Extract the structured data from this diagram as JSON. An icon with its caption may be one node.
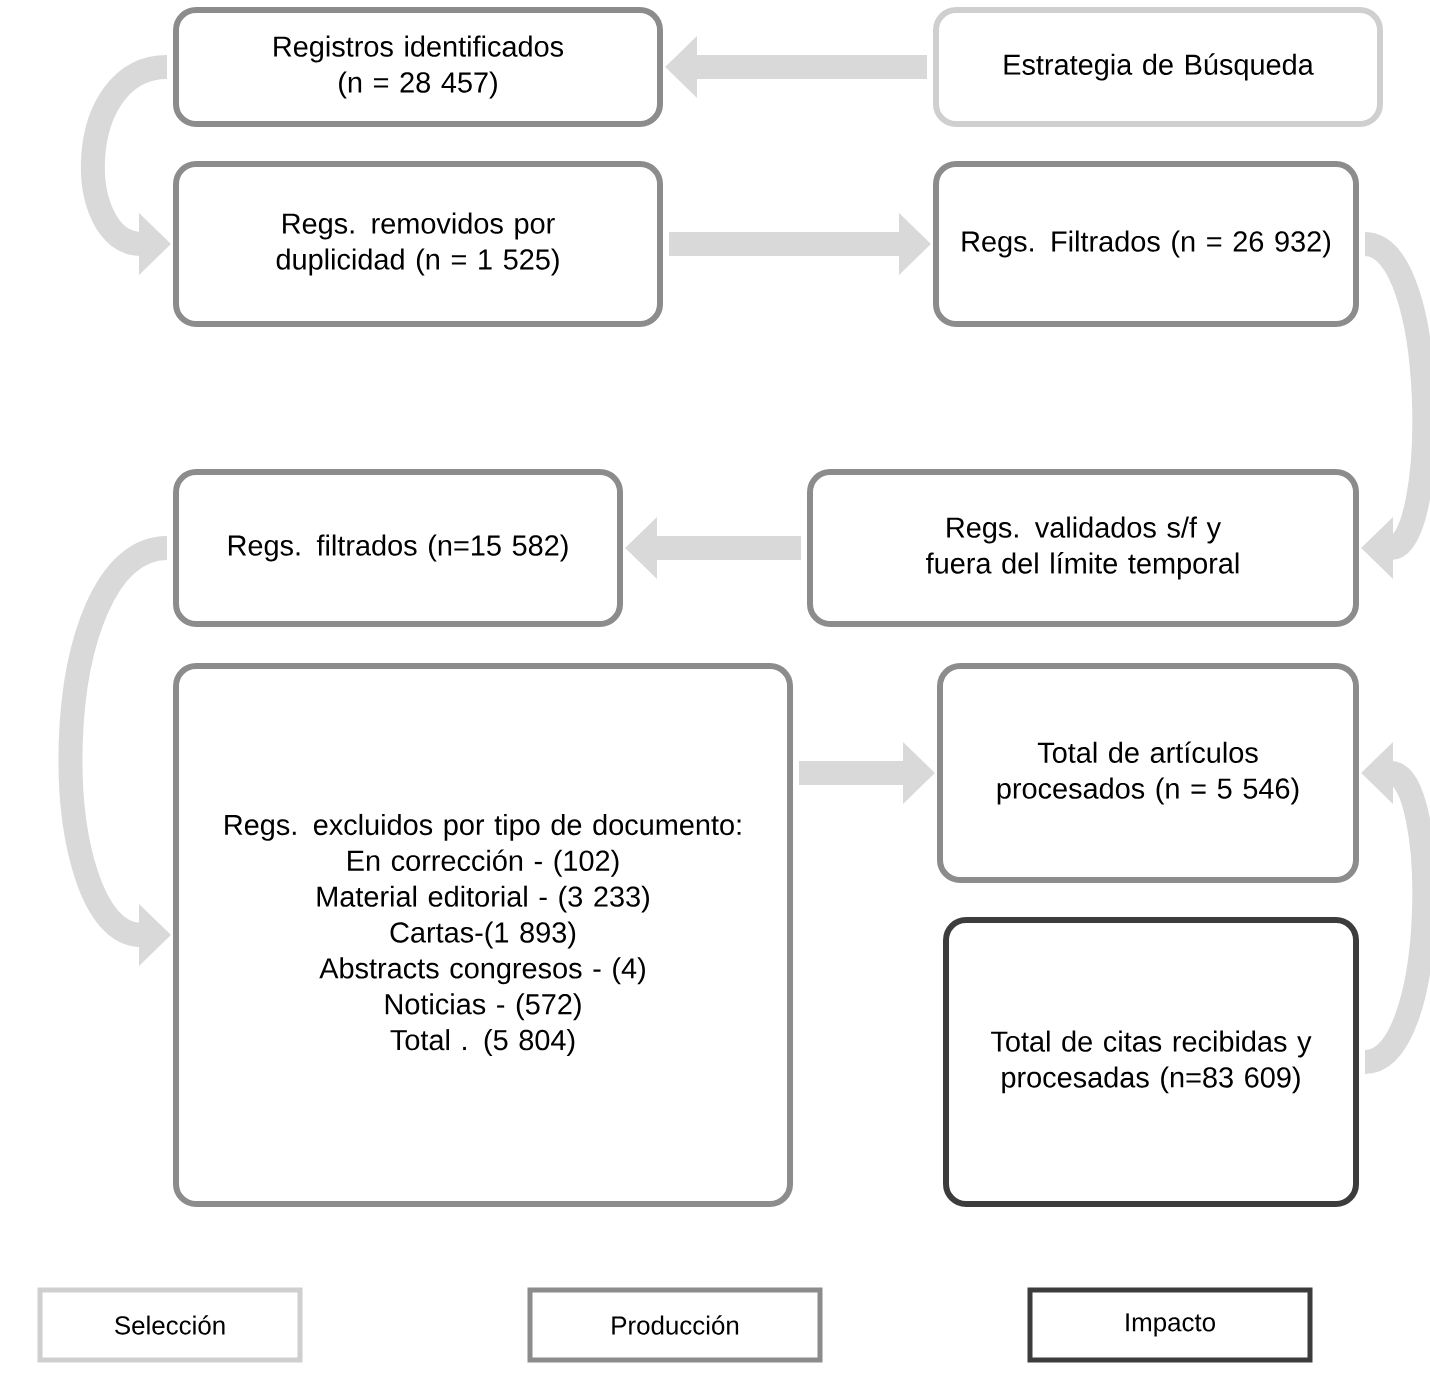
{
  "diagram": {
    "nodes": [
      {
        "text": [
          "Registros identificados (n = 28 457)"
        ]
      },
      {
        "text": [
          "Estrategia de Búsqueda"
        ]
      },
      {
        "text": [
          "Regs. removidos por duplicidad (n = 1 525)"
        ]
      },
      {
        "text": [
          "Regs. Filtrados (n = 26 932)"
        ]
      },
      {
        "text": [
          "Regs. validados s/f y fuera del límite temporal"
        ]
      },
      {
        "text": [
          "Regs. filtrados (n=15 582)"
        ]
      },
      {
        "text": [
          "Regs. excluidos por tipo de documento:",
          "En corrección - (102)",
          "Material editorial - (3 233)",
          "Cartas-(1 893)",
          "Abstracts congresos - (4)",
          "Noticias - (572)",
          "Total . (5 804)"
        ]
      },
      {
        "text": [
          "Total de artículos procesados (n = 5 546)"
        ]
      },
      {
        "text": [
          "Total de citas recibidas y procesadas (n=83 609)"
        ]
      }
    ],
    "edges": [
      {
        "from": 1,
        "to": 0,
        "arrow": "to"
      },
      {
        "from": 0,
        "to": 2,
        "arrow": "to"
      },
      {
        "from": 2,
        "to": 3,
        "arrow": "to"
      },
      {
        "from": 3,
        "to": 4,
        "arrow": "to"
      },
      {
        "from": 4,
        "to": 5,
        "arrow": "to"
      },
      {
        "from": 5,
        "to": 6,
        "arrow": "to"
      },
      {
        "from": 6,
        "to": 7,
        "arrow": "to"
      },
      {
        "from": 8,
        "to": 7,
        "arrow": "to"
      }
    ],
    "legend": [
      {
        "text": "Selección"
      },
      {
        "text": "Producción"
      },
      {
        "text": "Impacto"
      }
    ]
  }
}
